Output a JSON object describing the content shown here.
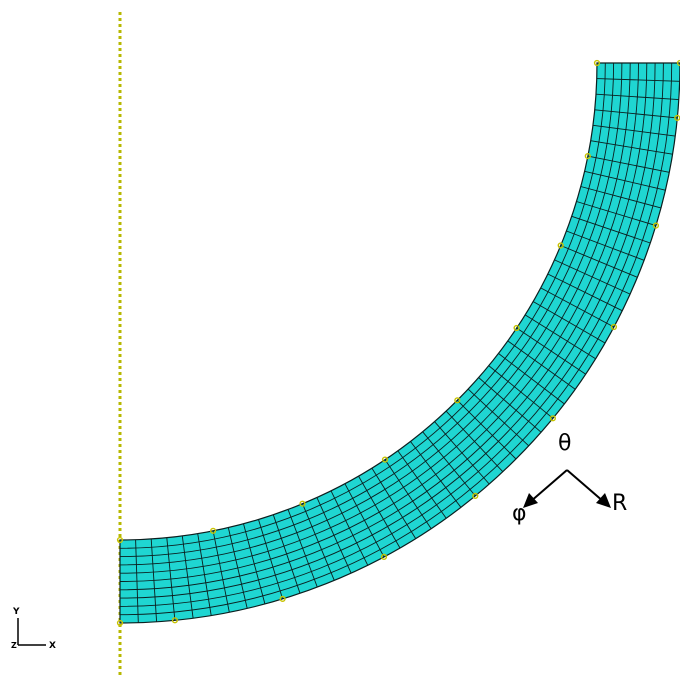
{
  "colors": {
    "background": "#ffffff",
    "mesh_fill": "#1fd6d2",
    "mesh_line": "#0b1f1f",
    "node_marker": "#c8c200",
    "axis_line": "#b7b800",
    "arrow": "#000000",
    "triad": "#000000"
  },
  "mesh": {
    "radial_divisions": 10,
    "arc_divisions": 48
  },
  "labels": {
    "theta": "θ",
    "radial": "R",
    "phi": "φ"
  },
  "triad": {
    "y_label": "Y",
    "z_label": "Z",
    "x_label": "X"
  }
}
